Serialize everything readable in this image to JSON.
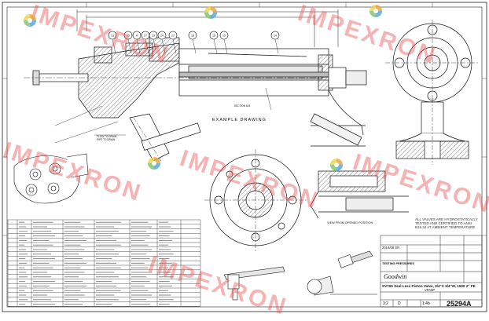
{
  "watermark": {
    "text": "IMPEXRON",
    "color": "#e84b4b"
  },
  "drawing": {
    "example_label": "EXAMPLE DRAWING",
    "section_label": "SECTION B-B",
    "view_label": "VIEW FROM OPENED POSITION",
    "note": "ALL VALVES ARE HYDROSTATICALLY TESTED AND CERTIFIED TO ANSI B16.34 AT AMBIENT TEMPERATURE",
    "testing_label": "TESTING PRESSURES",
    "company": "Goodwin",
    "title": "SV700 Seal Less Piston Valve, 3/4\"X 3/4\"W, 1500 2\" FE",
    "subtitle": "VPA5P",
    "drawing_number": "25294A",
    "sheet_cells": [
      "3:2",
      "D",
      "1:4b"
    ],
    "revision_date": "2014/08 SR",
    "balloons": [
      "13",
      "25",
      "A",
      "27",
      "13",
      "24",
      "27",
      "18",
      "16",
      "15",
      "14"
    ]
  },
  "parts_rows": 19
}
